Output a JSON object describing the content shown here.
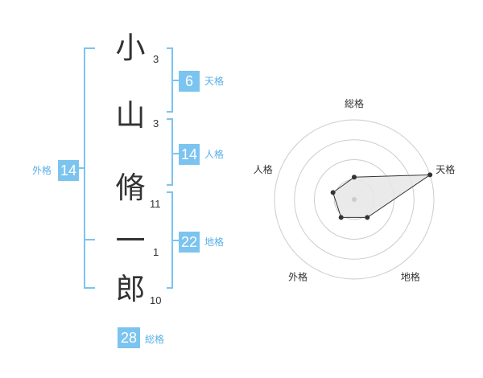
{
  "name": {
    "characters": [
      {
        "char": "小",
        "strokes": "3"
      },
      {
        "char": "山",
        "strokes": "3"
      },
      {
        "char": "脩",
        "strokes": "11"
      },
      {
        "char": "一",
        "strokes": "1"
      },
      {
        "char": "郎",
        "strokes": "10"
      }
    ]
  },
  "fortune": {
    "tenkaku": {
      "value": "6",
      "label": "天格"
    },
    "jinkaku": {
      "value": "14",
      "label": "人格"
    },
    "chikaku": {
      "value": "22",
      "label": "地格"
    },
    "gaikaku": {
      "value": "14",
      "label": "外格"
    },
    "soukaku": {
      "value": "28",
      "label": "総格"
    }
  },
  "colors": {
    "accent": "#7cc4f0",
    "accent_text": "#5ab0e6",
    "ring": "#cccccc",
    "polygon_fill": "#e6e6e6",
    "polygon_stroke": "#333333",
    "center_dot": "#cccccc"
  },
  "chart_data": {
    "type": "radar",
    "axes": [
      "総格",
      "天格",
      "地格",
      "外格",
      "人格"
    ],
    "values": [
      28,
      6,
      22,
      14,
      14
    ],
    "rings": 4,
    "plotted_radius_fraction": [
      0.28,
      1.0,
      0.28,
      0.28,
      0.28
    ],
    "grid": true
  }
}
